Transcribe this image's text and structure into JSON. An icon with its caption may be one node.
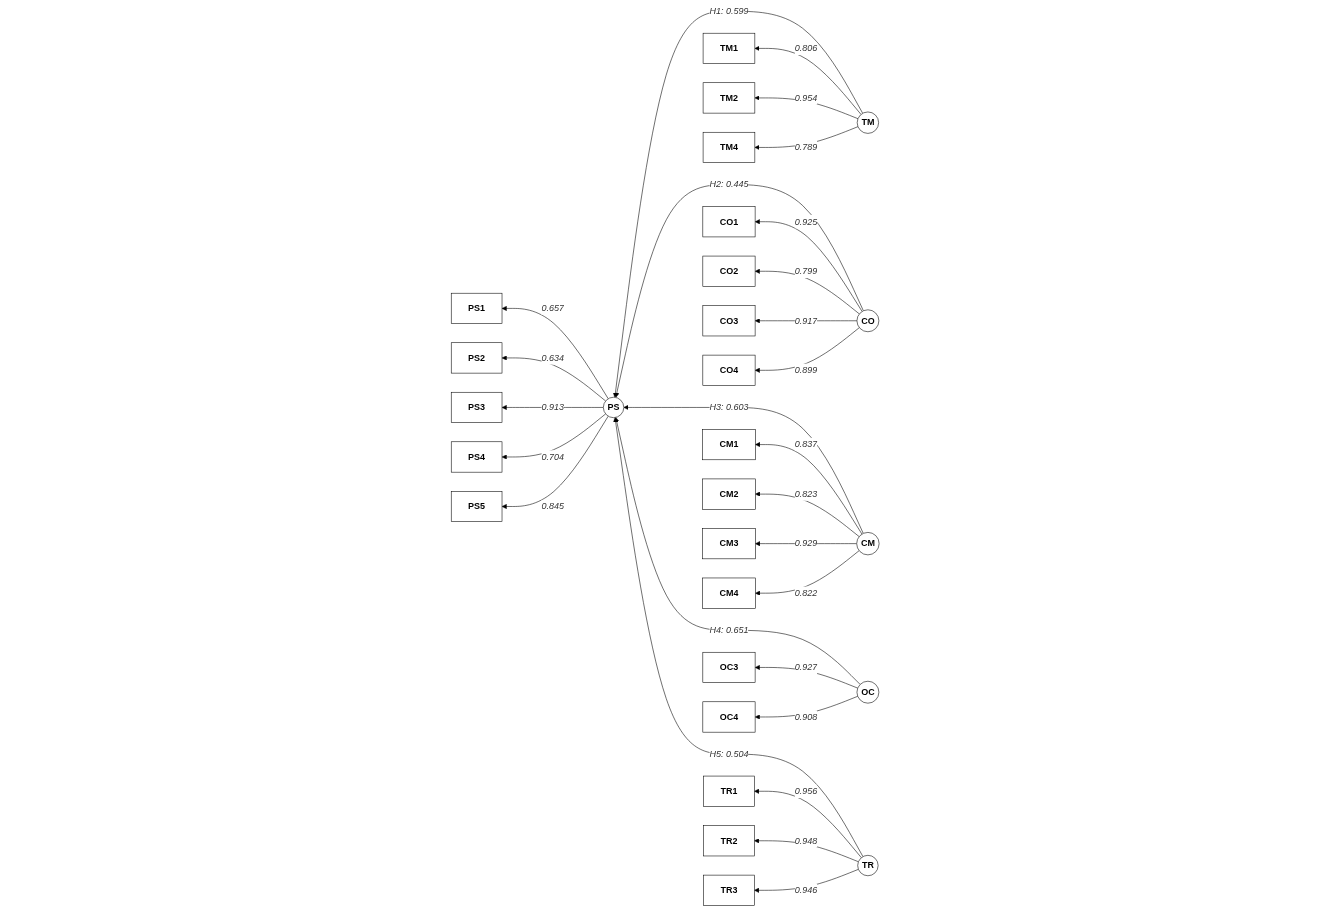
{
  "diagram": {
    "nodes": [
      {
        "text": [
          "TM"
        ]
      },
      {
        "text": [
          "TM1"
        ]
      },
      {
        "text": [
          "TM2"
        ]
      },
      {
        "text": [
          "TM4"
        ]
      },
      {
        "text": [
          "CO"
        ]
      },
      {
        "text": [
          "CO1"
        ]
      },
      {
        "text": [
          "CO2"
        ]
      },
      {
        "text": [
          "CO3"
        ]
      },
      {
        "text": [
          "CO4"
        ]
      },
      {
        "text": [
          "PS1"
        ]
      },
      {
        "text": [
          "PS2"
        ]
      },
      {
        "text": [
          "PS3"
        ]
      },
      {
        "text": [
          "PS4"
        ]
      },
      {
        "text": [
          "PS5"
        ]
      },
      {
        "text": [
          "PS"
        ]
      },
      {
        "text": [
          "CM"
        ]
      },
      {
        "text": [
          "CM1"
        ]
      },
      {
        "text": [
          "CM2"
        ]
      },
      {
        "text": [
          "CM3"
        ]
      },
      {
        "text": [
          "CM4"
        ]
      },
      {
        "text": [
          "OC"
        ]
      },
      {
        "text": [
          "OC3"
        ]
      },
      {
        "text": [
          "OC4"
        ]
      },
      {
        "text": [
          "TR"
        ]
      },
      {
        "text": [
          "TR1"
        ]
      },
      {
        "text": [
          "TR2"
        ]
      },
      {
        "text": [
          "TR3"
        ]
      }
    ],
    "edges": [
      {
        "from": 0,
        "to": 14,
        "arrow": "to",
        "label": "H1: 0.599"
      },
      {
        "from": 4,
        "to": 14,
        "arrow": "to",
        "label": "H2: 0.445"
      },
      {
        "from": 15,
        "to": 14,
        "arrow": "to",
        "label": "H3: 0.603"
      },
      {
        "from": 20,
        "to": 14,
        "arrow": "to",
        "label": "H4: 0.651"
      },
      {
        "from": 23,
        "to": 14,
        "arrow": "to",
        "label": "H5: 0.504"
      },
      {
        "from": 0,
        "to": 1,
        "arrow": "to",
        "label": "0.806"
      },
      {
        "from": 0,
        "to": 2,
        "arrow": "to",
        "label": "0.954"
      },
      {
        "from": 0,
        "to": 3,
        "arrow": "to",
        "label": "0.789"
      },
      {
        "from": 4,
        "to": 5,
        "arrow": "to",
        "label": "0.925"
      },
      {
        "from": 4,
        "to": 6,
        "arrow": "to",
        "label": "0.799"
      },
      {
        "from": 4,
        "to": 7,
        "arrow": "to",
        "label": "0.917"
      },
      {
        "from": 4,
        "to": 8,
        "arrow": "to",
        "label": "0.899"
      },
      {
        "from": 14,
        "to": 9,
        "arrow": "to",
        "label": "0.657"
      },
      {
        "from": 14,
        "to": 10,
        "arrow": "to",
        "label": "0.634"
      },
      {
        "from": 14,
        "to": 11,
        "arrow": "to",
        "label": "0.913"
      },
      {
        "from": 14,
        "to": 12,
        "arrow": "to",
        "label": "0.704"
      },
      {
        "from": 14,
        "to": 13,
        "arrow": "to",
        "label": "0.845"
      },
      {
        "from": 15,
        "to": 16,
        "arrow": "to",
        "label": "0.837"
      },
      {
        "from": 15,
        "to": 17,
        "arrow": "to",
        "label": "0.823"
      },
      {
        "from": 15,
        "to": 18,
        "arrow": "to",
        "label": "0.929"
      },
      {
        "from": 15,
        "to": 19,
        "arrow": "to",
        "label": "0.822"
      },
      {
        "from": 20,
        "to": 21,
        "arrow": "to",
        "label": "0.927"
      },
      {
        "from": 20,
        "to": 22,
        "arrow": "to",
        "label": "0.908"
      },
      {
        "from": 23,
        "to": 24,
        "arrow": "to",
        "label": "0.956"
      },
      {
        "from": 23,
        "to": 25,
        "arrow": "to",
        "label": "0.948"
      },
      {
        "from": 23,
        "to": 26,
        "arrow": "to",
        "label": "0.946"
      }
    ]
  }
}
